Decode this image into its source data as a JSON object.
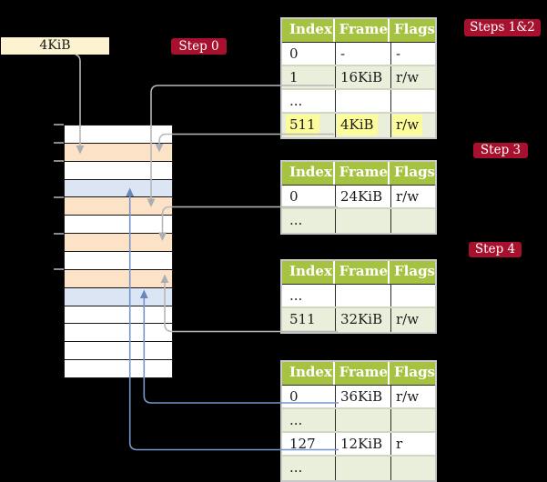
{
  "title_box": {
    "label": "4KiB"
  },
  "step_badges": {
    "step0": "Step 0",
    "steps12": "Steps 1&2",
    "step3": "Step 3",
    "step4": "Step 4"
  },
  "page_tables": [
    {
      "id": "page-table-1",
      "headers": [
        "Index",
        "Frame",
        "Flags"
      ],
      "rows": [
        {
          "index": "0",
          "frame": "-",
          "flags": "-"
        },
        {
          "index": "1",
          "frame": "16KiB",
          "flags": "r/w"
        },
        {
          "index": "...",
          "frame": "",
          "flags": ""
        },
        {
          "index": "511",
          "frame": "4KiB",
          "flags": "r/w",
          "highlighted": true
        }
      ]
    },
    {
      "id": "page-table-2",
      "headers": [
        "Index",
        "Frame",
        "Flags"
      ],
      "rows": [
        {
          "index": "0",
          "frame": "24KiB",
          "flags": "r/w"
        },
        {
          "index": "...",
          "frame": "",
          "flags": ""
        }
      ]
    },
    {
      "id": "page-table-3",
      "headers": [
        "Index",
        "Frame",
        "Flags"
      ],
      "rows": [
        {
          "index": "...",
          "frame": "",
          "flags": ""
        },
        {
          "index": "511",
          "frame": "32KiB",
          "flags": "r/w"
        }
      ]
    },
    {
      "id": "page-table-4",
      "headers": [
        "Index",
        "Frame",
        "Flags"
      ],
      "rows": [
        {
          "index": "0",
          "frame": "36KiB",
          "flags": "r/w"
        },
        {
          "index": "...",
          "frame": "",
          "flags": ""
        },
        {
          "index": "127",
          "frame": "12KiB",
          "flags": "r"
        },
        {
          "index": "...",
          "frame": "",
          "flags": ""
        }
      ]
    }
  ],
  "memory_column": {
    "rows": [
      "plain",
      "page",
      "plain",
      "target",
      "page",
      "plain",
      "page",
      "plain",
      "page",
      "target",
      "plain",
      "plain",
      "plain",
      "plain"
    ]
  },
  "colors": {
    "background": "#000000",
    "table_header_bg": "#a5c340",
    "table_alt_row_bg": "#e9efdb",
    "highlight_yellow": "#fdfc9b",
    "memory_frame_orange": "#fce3c8",
    "memory_frame_blue": "#dbe5f4",
    "badge_red": "#a8112e",
    "label_box_cream": "#fdf3d1",
    "connector_gray": "#b7b7b7",
    "connector_blue": "#7795c8"
  }
}
